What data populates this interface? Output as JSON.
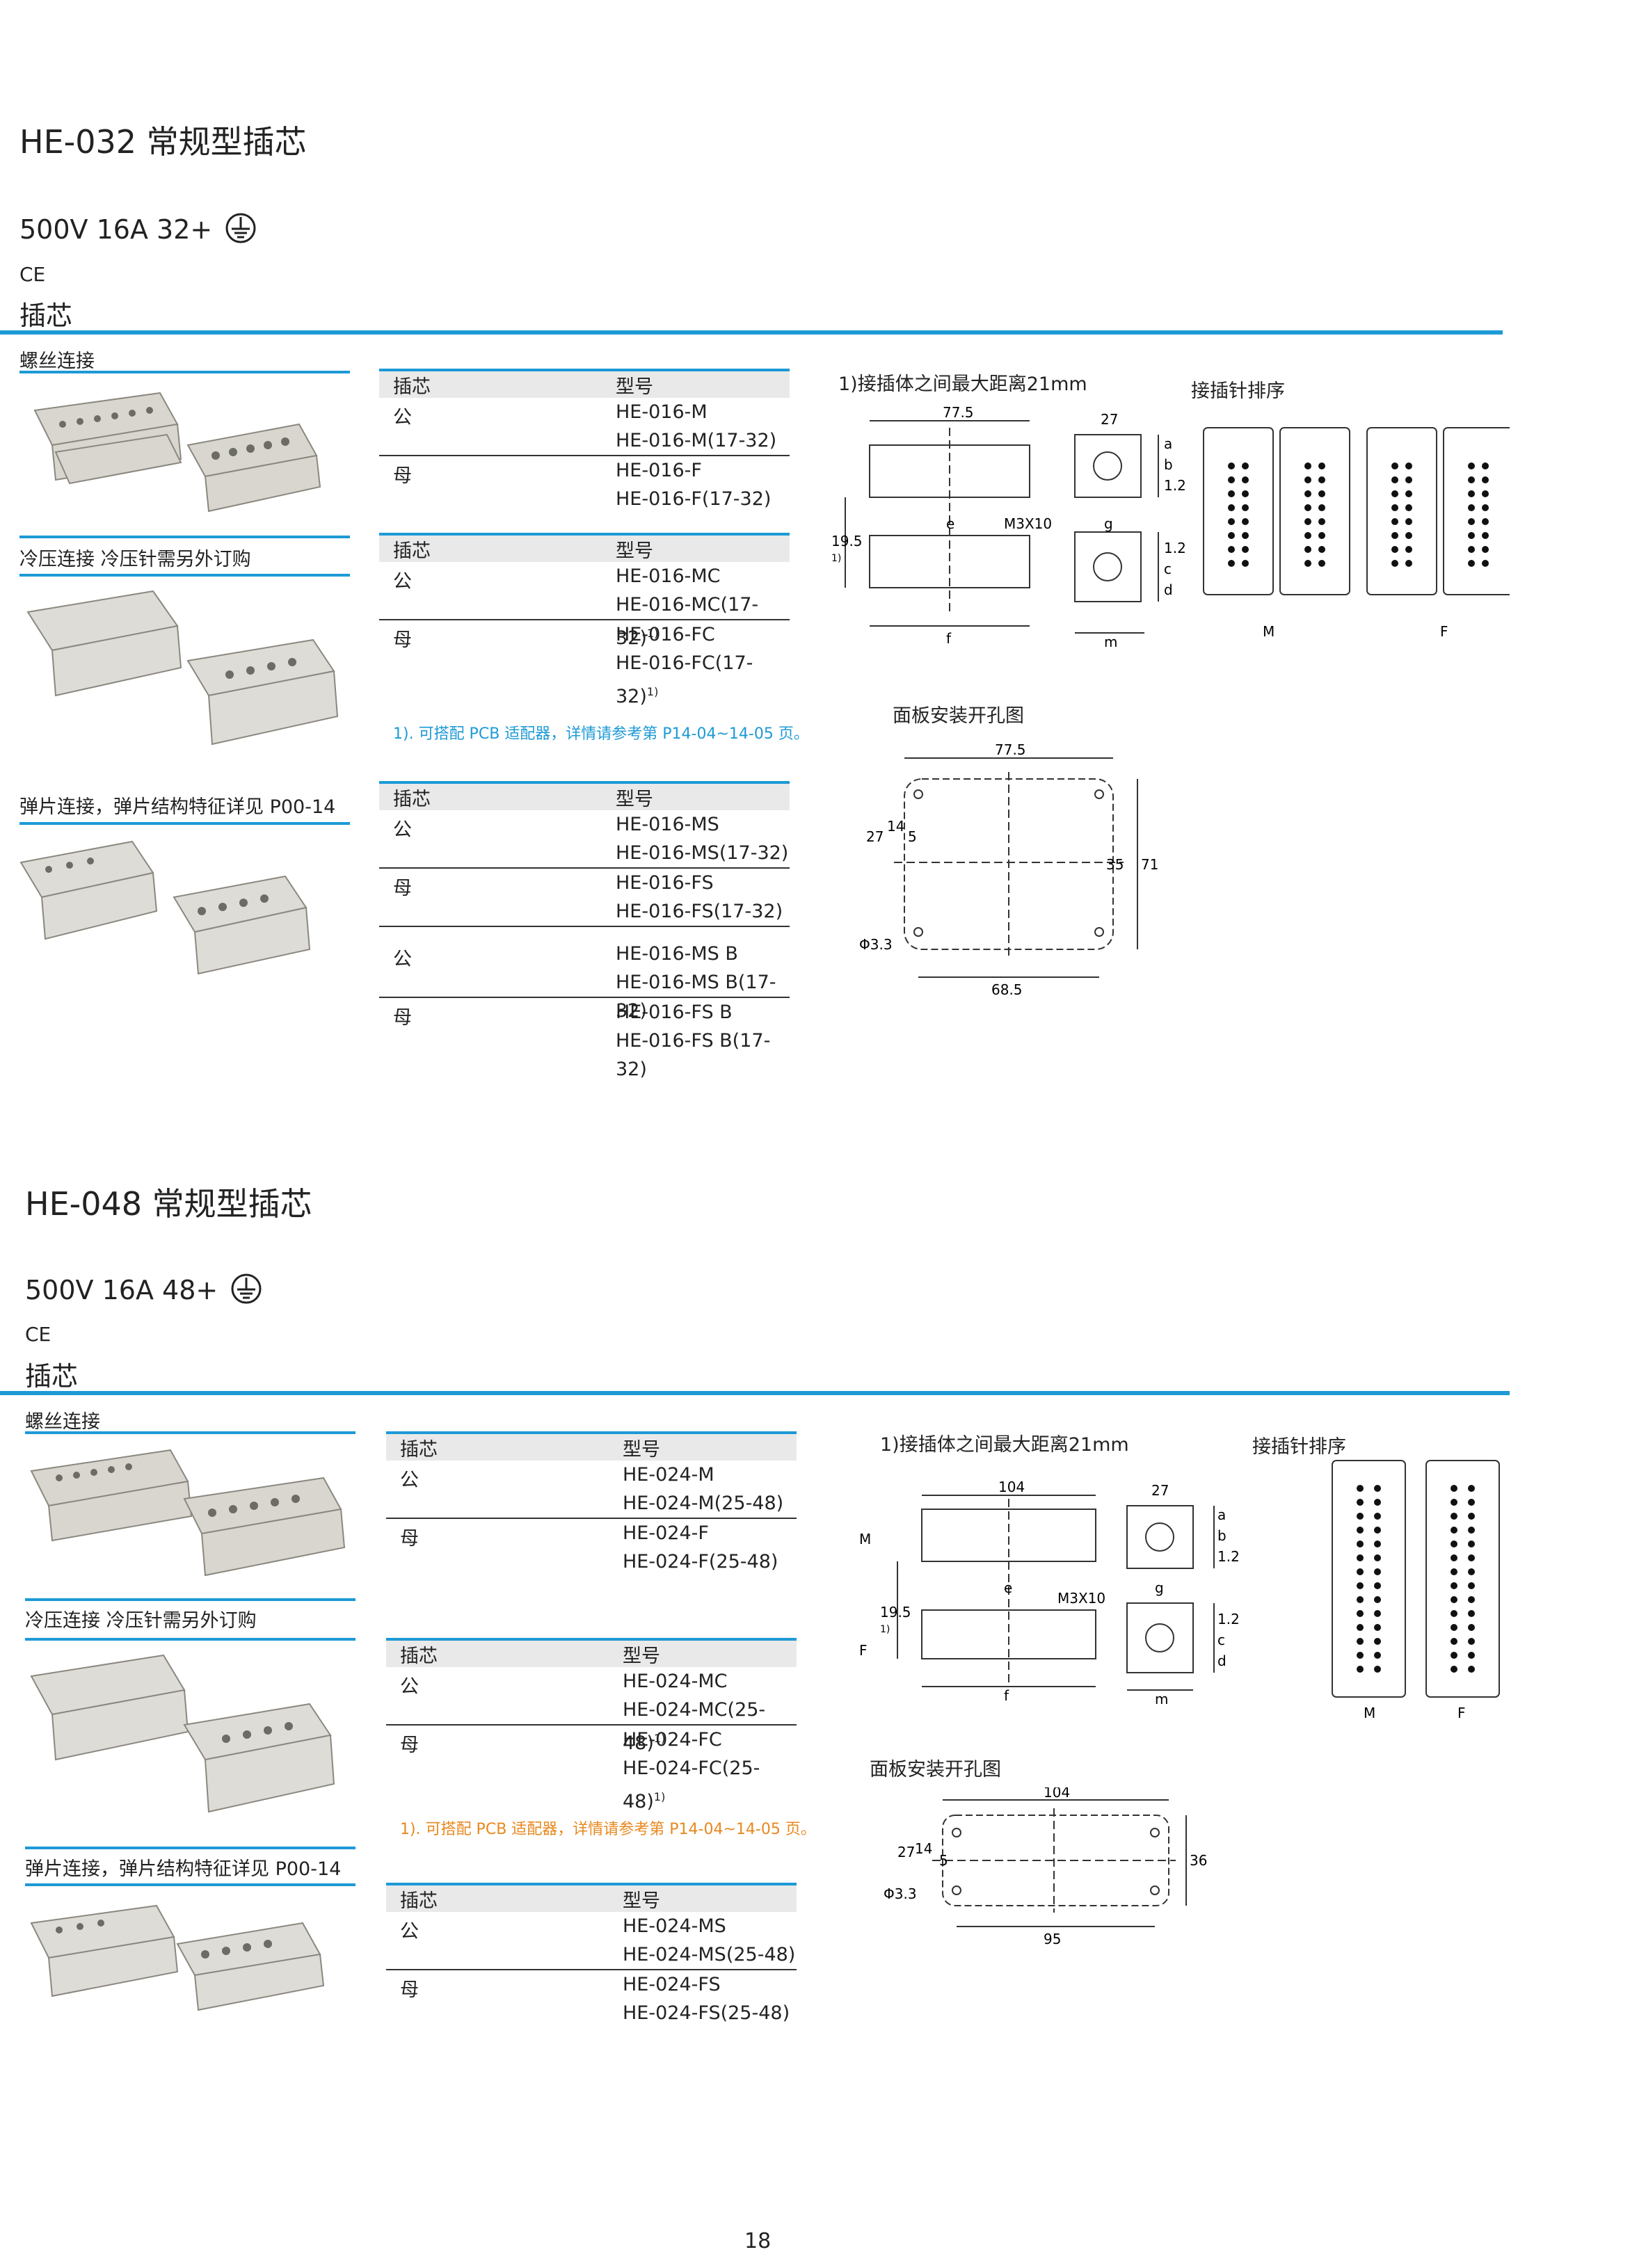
{
  "s1": {
    "title": "HE-032 常规型插芯",
    "spec": "500V  16A  32+",
    "ce": "CE",
    "section": "插芯",
    "sub_screw": "螺丝连接",
    "sub_crimp": "冷压连接 冷压针需另外订购",
    "sub_spring": "弹片连接，弹片结构特征详见 P00-14",
    "th1": "插芯",
    "th2": "型号",
    "t1": [
      {
        "g": "公",
        "m": [
          "HE-016-M",
          "HE-016-M(17-32)"
        ]
      },
      {
        "g": "母",
        "m": [
          "HE-016-F",
          "HE-016-F(17-32)"
        ]
      }
    ],
    "t2": [
      {
        "g": "公",
        "m": [
          "HE-016-MC",
          "HE-016-MC(17-32)"
        ]
      },
      {
        "g": "母",
        "m": [
          "HE-016-FC",
          "HE-016-FC(17-32)"
        ]
      }
    ],
    "t3": [
      {
        "g": "公",
        "m": [
          "HE-016-MS",
          "HE-016-MS(17-32)"
        ]
      },
      {
        "g": "母",
        "m": [
          "HE-016-FS",
          "HE-016-FS(17-32)"
        ]
      },
      {
        "g": "公",
        "m": [
          "HE-016-MS B",
          "HE-016-MS B(17-32)"
        ]
      },
      {
        "g": "母",
        "m": [
          "HE-016-FS B",
          "HE-016-FS B(17-32)"
        ]
      }
    ],
    "sup": "1)",
    "note": "1). 可搭配 PCB 适配器，详情请参考第 P14-04~14-05 页。",
    "dist": "1)接插体之间最大距离21mm",
    "pinorder": "接插针排序",
    "panel": "面板安装开孔图",
    "dim": {
      "w": "77.5",
      "d27": "27",
      "h195": "19.5",
      "sup": "1)",
      "m3": "M3X10",
      "e": "e",
      "f": "f",
      "g": "g",
      "m": "m",
      "a": "a",
      "b": "b",
      "c": "c",
      "d": "d",
      "v12": "1.2",
      "p27": "27",
      "p14": "14",
      "p5": "5",
      "p35": "35",
      "p71": "71",
      "phi": "Φ3.3",
      "p685": "68.5",
      "mlab": "M",
      "flab": "F"
    }
  },
  "s2": {
    "title": "HE-048 常规型插芯",
    "spec": "500V  16A  48+",
    "ce": "CE",
    "section": "插芯",
    "sub_screw": "螺丝连接",
    "sub_crimp": "冷压连接 冷压针需另外订购",
    "sub_spring": "弹片连接，弹片结构特征详见 P00-14",
    "th1": "插芯",
    "th2": "型号",
    "t1": [
      {
        "g": "公",
        "m": [
          "HE-024-M",
          "HE-024-M(25-48)"
        ]
      },
      {
        "g": "母",
        "m": [
          "HE-024-F",
          "HE-024-F(25-48)"
        ]
      }
    ],
    "t2": [
      {
        "g": "公",
        "m": [
          "HE-024-MC",
          "HE-024-MC(25-48)"
        ]
      },
      {
        "g": "母",
        "m": [
          "HE-024-FC",
          "HE-024-FC(25-48)"
        ]
      }
    ],
    "t3": [
      {
        "g": "公",
        "m": [
          "HE-024-MS",
          "HE-024-MS(25-48)"
        ]
      },
      {
        "g": "母",
        "m": [
          "HE-024-FS",
          "HE-024-FS(25-48)"
        ]
      }
    ],
    "sup": "1)",
    "note": "1). 可搭配 PCB 适配器，详情请参考第 P14-04~14-05 页。",
    "dist": "1)接插体之间最大距离21mm",
    "pinorder": "接插针排序",
    "panel": "面板安装开孔图",
    "dim": {
      "w": "104",
      "d27": "27",
      "h195": "19.5",
      "sup": "1)",
      "m3": "M3X10",
      "e": "e",
      "f": "f",
      "g": "g",
      "m": "m",
      "a": "a",
      "b": "b",
      "c": "c",
      "d": "d",
      "v12": "1.2",
      "p27": "27",
      "p14": "14",
      "p5": "5",
      "p36": "36",
      "phi": "Φ3.3",
      "p95": "95",
      "mlab": "M",
      "flab": "F",
      "sm": "M",
      "sf": "F"
    }
  },
  "page_number": "18",
  "colors": {
    "accent": "#1d9ad6",
    "note1": "#1d9ad6",
    "note2": "#e8881e"
  }
}
